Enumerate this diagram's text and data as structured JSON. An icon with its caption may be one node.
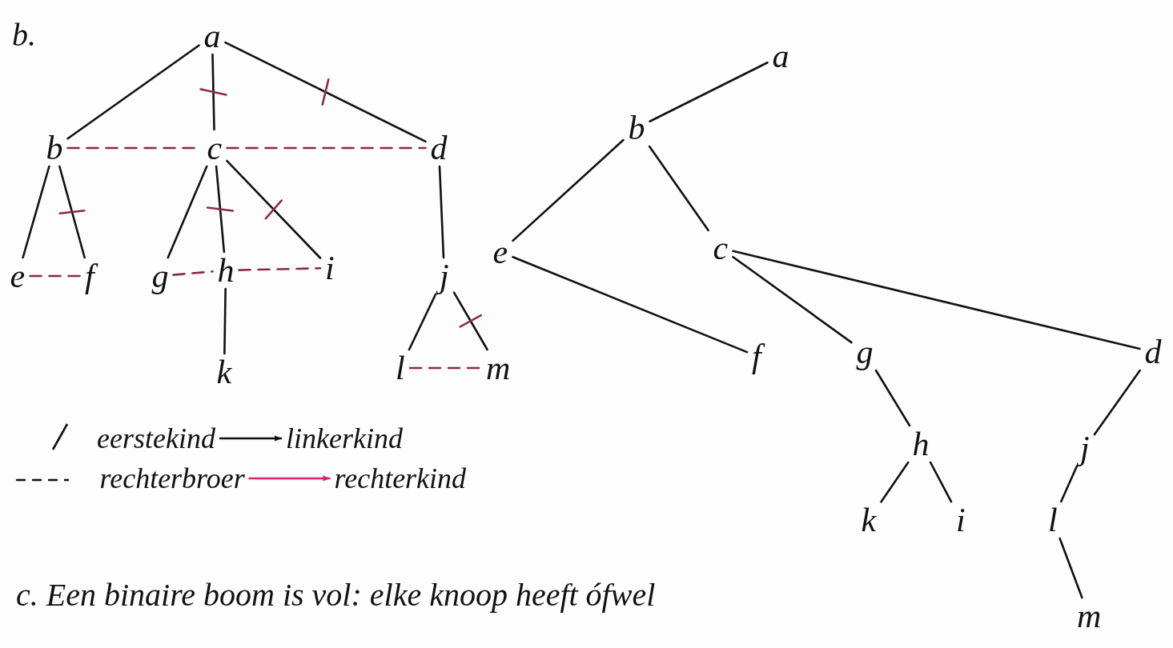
{
  "diagram": {
    "nodes": [
      {
        "text": [
          "a"
        ]
      },
      {
        "text": [
          "b"
        ]
      },
      {
        "text": [
          "c"
        ]
      },
      {
        "text": [
          "d"
        ]
      },
      {
        "text": [
          "e"
        ]
      },
      {
        "text": [
          "f"
        ]
      },
      {
        "text": [
          "g"
        ]
      },
      {
        "text": [
          "h"
        ]
      },
      {
        "text": [
          "i"
        ]
      },
      {
        "text": [
          "k"
        ]
      },
      {
        "text": [
          "j"
        ]
      },
      {
        "text": [
          "l"
        ]
      },
      {
        "text": [
          "m"
        ]
      },
      {
        "text": [
          "a"
        ]
      },
      {
        "text": [
          "b"
        ]
      },
      {
        "text": [
          "e"
        ]
      },
      {
        "text": [
          "c"
        ]
      },
      {
        "text": [
          "f"
        ]
      },
      {
        "text": [
          "g"
        ]
      },
      {
        "text": [
          "d"
        ]
      },
      {
        "text": [
          "h"
        ]
      },
      {
        "text": [
          "j"
        ]
      },
      {
        "text": [
          "k"
        ]
      },
      {
        "text": [
          "i"
        ]
      },
      {
        "text": [
          "l"
        ]
      },
      {
        "text": [
          "m"
        ]
      },
      {
        "text": [
          "eerstekind"
        ]
      },
      {
        "text": [
          "linkerkind"
        ]
      },
      {
        "text": [
          "rechterbroer"
        ]
      },
      {
        "text": [
          "rechterkind"
        ]
      }
    ],
    "edges": [
      {
        "from": 0,
        "to": 1,
        "arrow": "none"
      },
      {
        "from": 0,
        "to": 2,
        "arrow": "none"
      },
      {
        "from": 0,
        "to": 3,
        "arrow": "none"
      },
      {
        "from": 1,
        "to": 2,
        "arrow": "none",
        "style": "dashed",
        "color": "#8a2a4e"
      },
      {
        "from": 2,
        "to": 3,
        "arrow": "none",
        "style": "dashed",
        "color": "#8a2a4e"
      },
      {
        "from": 1,
        "to": 4,
        "arrow": "none"
      },
      {
        "from": 1,
        "to": 5,
        "arrow": "none"
      },
      {
        "from": 2,
        "to": 6,
        "arrow": "none"
      },
      {
        "from": 2,
        "to": 7,
        "arrow": "none"
      },
      {
        "from": 2,
        "to": 8,
        "arrow": "none"
      },
      {
        "from": 3,
        "to": 10,
        "arrow": "none"
      },
      {
        "from": 4,
        "to": 5,
        "arrow": "none",
        "style": "dashed",
        "color": "#8a2a4e"
      },
      {
        "from": 6,
        "to": 7,
        "arrow": "none",
        "style": "dashed",
        "color": "#8a2a4e"
      },
      {
        "from": 7,
        "to": 8,
        "arrow": "none",
        "style": "dashed",
        "color": "#8a2a4e"
      },
      {
        "from": 7,
        "to": 9,
        "arrow": "none"
      },
      {
        "from": 10,
        "to": 11,
        "arrow": "none"
      },
      {
        "from": 10,
        "to": 12,
        "arrow": "none"
      },
      {
        "from": 11,
        "to": 12,
        "arrow": "none",
        "style": "dashed",
        "color": "#8a2a4e"
      },
      {
        "from": 13,
        "to": 14,
        "arrow": "none"
      },
      {
        "from": 14,
        "to": 15,
        "arrow": "none"
      },
      {
        "from": 14,
        "to": 16,
        "arrow": "none"
      },
      {
        "from": 15,
        "to": 17,
        "arrow": "none"
      },
      {
        "from": 16,
        "to": 18,
        "arrow": "none"
      },
      {
        "from": 16,
        "to": 19,
        "arrow": "none"
      },
      {
        "from": 18,
        "to": 20,
        "arrow": "none"
      },
      {
        "from": 19,
        "to": 21,
        "arrow": "none"
      },
      {
        "from": 20,
        "to": 22,
        "arrow": "none"
      },
      {
        "from": 20,
        "to": 23,
        "arrow": "none"
      },
      {
        "from": 21,
        "to": 24,
        "arrow": "none"
      },
      {
        "from": 24,
        "to": 25,
        "arrow": "none"
      },
      {
        "from": 26,
        "to": 27,
        "arrow": "to"
      },
      {
        "from": 28,
        "to": 29,
        "arrow": "to",
        "color": "#d4246e"
      }
    ],
    "labels": [
      "b.",
      "c. Een binaire boom is vol: elke knoop heeft ófwel"
    ]
  }
}
